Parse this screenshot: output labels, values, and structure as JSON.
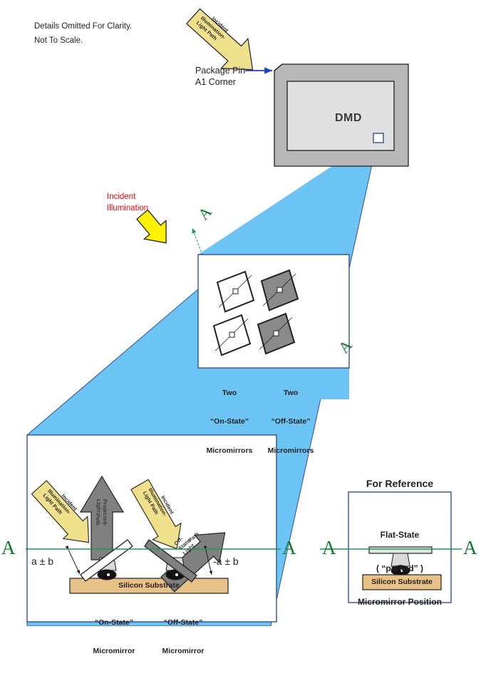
{
  "notes": {
    "line1": "Details Omitted For Clarity.",
    "line2": "Not To Scale."
  },
  "package": {
    "pin_label_line1": "Package Pin",
    "pin_label_line2": "A1 Corner",
    "device_label": "DMD",
    "top_arrow_label_line1": "Incident",
    "top_arrow_label_line2": "Illumination-Light Path"
  },
  "incident": {
    "line1": "Incident",
    "line2": "Illumination",
    "color": "#ff0000"
  },
  "section_markers": {
    "a_left": "A",
    "a_mid_left": "A",
    "a_mid_right": "A",
    "a_right": "A",
    "a_rot_top": "A",
    "a_rot_bottom": "A",
    "line_color": "#12a04a"
  },
  "array": {
    "left_caption_line1": "Two",
    "left_caption_line2": "“On-State”",
    "left_caption_line3": "Micromirrors",
    "right_caption_line1": "Two",
    "right_caption_line2": "“Off-State”",
    "right_caption_line3": "Micromirrors"
  },
  "cross_section": {
    "on_state": {
      "incident_label_line1": "Incident",
      "incident_label_line2": "Illumination-Light Path",
      "beam_label_line1": "Projected-Light",
      "beam_label_line2": "Path",
      "angle_label": "a ± b",
      "caption_line1": "“On-State”",
      "caption_line2": "Micromirror"
    },
    "off_state": {
      "incident_label_line1": "Incident",
      "incident_label_line2": "Illumination-Light Path",
      "beam_label_line1": "Off-State-Light",
      "beam_label_line2": "Path",
      "angle_label": "-a ± b",
      "caption_line1": "“Off-State”",
      "caption_line2": "Micromirror"
    },
    "substrate_label": "Silicon Substrate"
  },
  "reference": {
    "heading": "For Reference",
    "line1": "Flat-State",
    "line2": "( “parked” )",
    "line3": "Micromirror Position",
    "substrate_label": "Silicon Substrate"
  },
  "colors": {
    "cone_blue": "#6cc4f5",
    "panel_border": "#2d4f9e",
    "package_body": "#b8b8b8",
    "package_active": "#e0e0e0",
    "arrow_yellow_bright": "#fff200",
    "arrow_yellow_pale": "#efe08c",
    "beam_gray": "#808080",
    "substrate_tan": "#e8c186",
    "section_green": "#12a04a",
    "marker_green": "#0a7a28",
    "pin_arrow_blue": "#1a3fd0"
  }
}
